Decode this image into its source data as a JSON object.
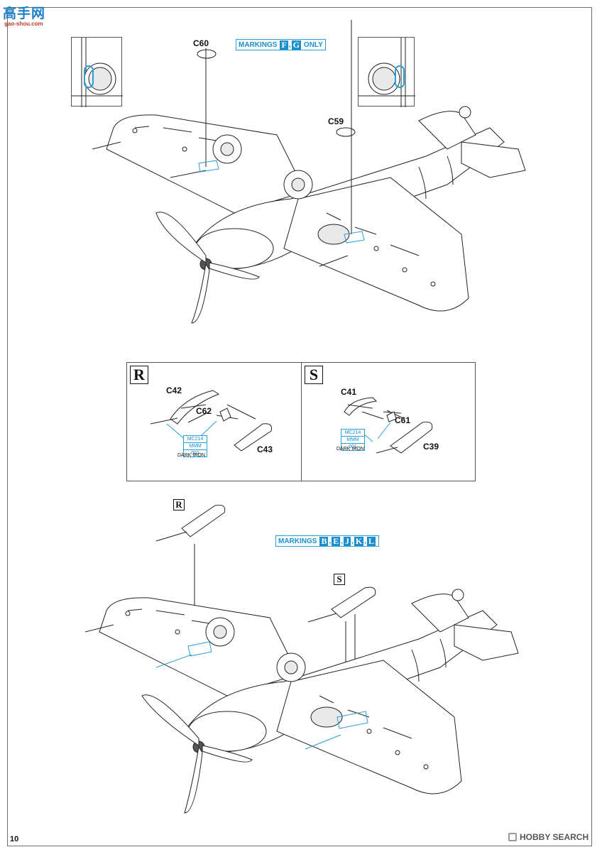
{
  "watermark": {
    "chinese": "高手网",
    "url": "gao-shou.com"
  },
  "step1": {
    "part_c60": "C60",
    "part_c59": "C59",
    "markings": {
      "prefix": "MARKINGS",
      "letters": [
        "F",
        "G"
      ],
      "separator": ",",
      "suffix": "ONLY"
    }
  },
  "variants": {
    "r": {
      "letter": "R",
      "parts": [
        "C42",
        "C62",
        "C43"
      ],
      "color": [
        "MC214",
        "MMM",
        "001"
      ],
      "color_name": "DARK IRON"
    },
    "s": {
      "letter": "S",
      "parts": [
        "C41",
        "C61",
        "C39"
      ],
      "color": [
        "MC214",
        "MMM",
        "001"
      ],
      "color_name": "DARK IRON"
    }
  },
  "step2": {
    "variant_r": "R",
    "variant_s": "S",
    "markings": {
      "prefix": "MARKINGS",
      "letters": [
        "B",
        "E",
        "J",
        "K",
        "L"
      ],
      "separator": ","
    }
  },
  "footer": {
    "page_number": "10",
    "watermark": "HOBBY SEARCH"
  },
  "colors": {
    "callout_blue": "#1a8fd0",
    "line": "#222222"
  }
}
